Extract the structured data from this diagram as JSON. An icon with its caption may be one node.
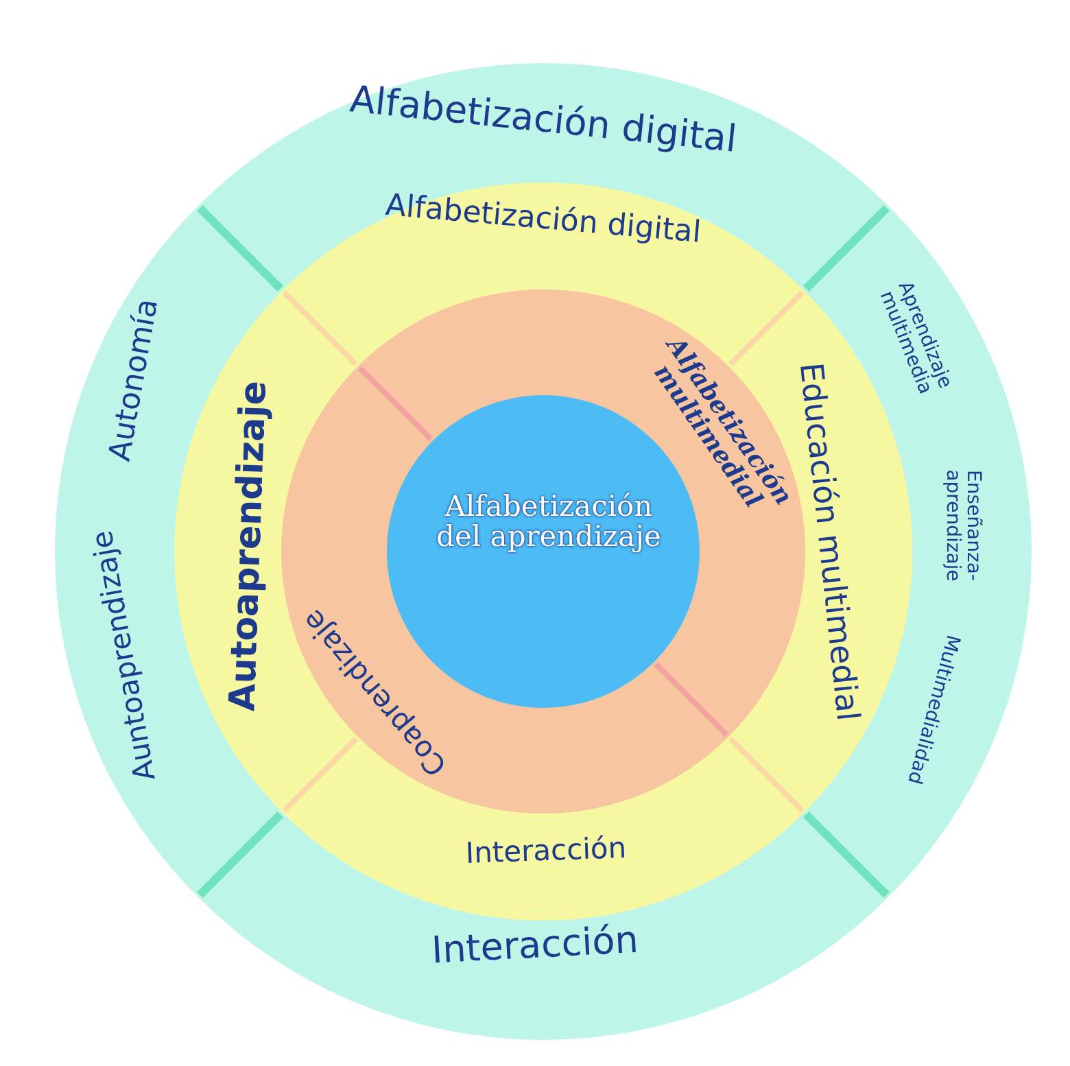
{
  "diagram": {
    "nodes": [
      {
        "text": [
          "Alfabetización digital",
          "Autonomía",
          "Auntoaprendizaje",
          "Aprendizaje multimedia",
          "Enseñanza-aprendizaje",
          "Multimedialidad",
          "Interacción"
        ]
      },
      {
        "text": [
          "Alfabetización digital",
          "Autoaprendizaje",
          "Educación multimedial",
          "Interacción"
        ],
        "in": 0
      },
      {
        "text": [
          "Alfabetización multimedial",
          "Coaprendizaje"
        ],
        "in": 1
      },
      {
        "text": [
          "Alfabetización del aprendizaje"
        ],
        "in": 2
      }
    ]
  }
}
